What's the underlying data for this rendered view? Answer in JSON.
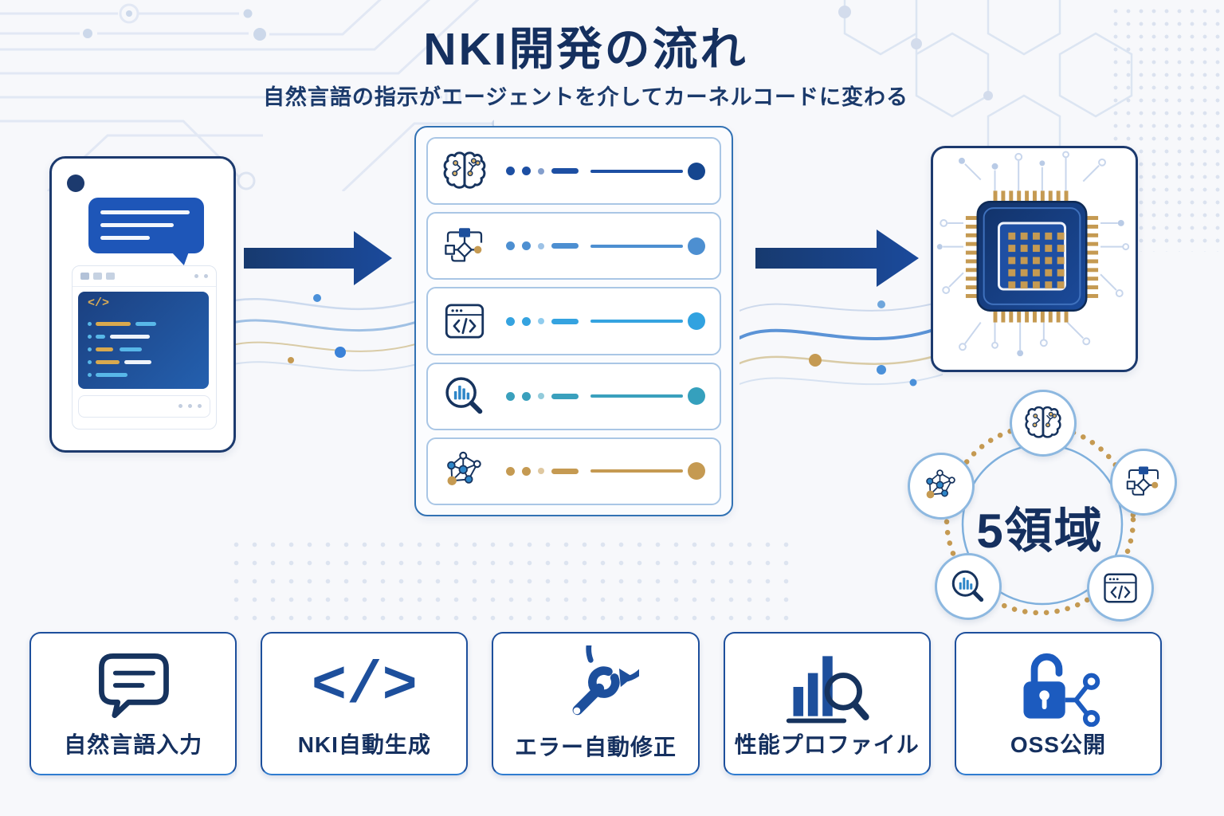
{
  "header": {
    "title": "NKI開発の流れ",
    "subtitle": "自然言語の指示がエージェントを介してカーネルコードに変わる"
  },
  "icons": {
    "code_glyph": "</>"
  },
  "pipeline": {
    "rows": [
      {
        "icon": "brain-icon",
        "color": "#1d4fa3",
        "end_color": "#15468f"
      },
      {
        "icon": "flowchart-icon",
        "color": "#4d8fd1",
        "end_color": "#4d8fd1"
      },
      {
        "icon": "code-window-icon",
        "color": "#35a3e0",
        "end_color": "#31a2e0"
      },
      {
        "icon": "chart-search-icon",
        "color": "#3aa0bd",
        "end_color": "#35a0bd"
      },
      {
        "icon": "network-icon",
        "color": "#c59a52",
        "end_color": "#c59a52"
      }
    ]
  },
  "five_domains": {
    "label": "5領域",
    "icons": [
      "brain-icon",
      "flowchart-icon",
      "code-window-icon",
      "chart-search-icon",
      "network-icon"
    ]
  },
  "bottom_cards": [
    {
      "icon": "chat-icon",
      "label": "自然言語入力"
    },
    {
      "icon": "code-icon",
      "label": "NKI自動生成"
    },
    {
      "icon": "wrench-refresh-icon",
      "label": "エラー自動修正"
    },
    {
      "icon": "chart-search-icon",
      "label": "性能プロファイル"
    },
    {
      "icon": "lock-share-icon",
      "label": "OSS公開"
    }
  ],
  "colors": {
    "navy": "#15305f",
    "primary_blue": "#1e56b8",
    "medium_blue": "#4d8fd1",
    "light_blue": "#31a2e0",
    "teal": "#35a0bd",
    "gold": "#c59a52",
    "background": "#f7f8fb",
    "circuit_line": "#e2e8f4"
  }
}
